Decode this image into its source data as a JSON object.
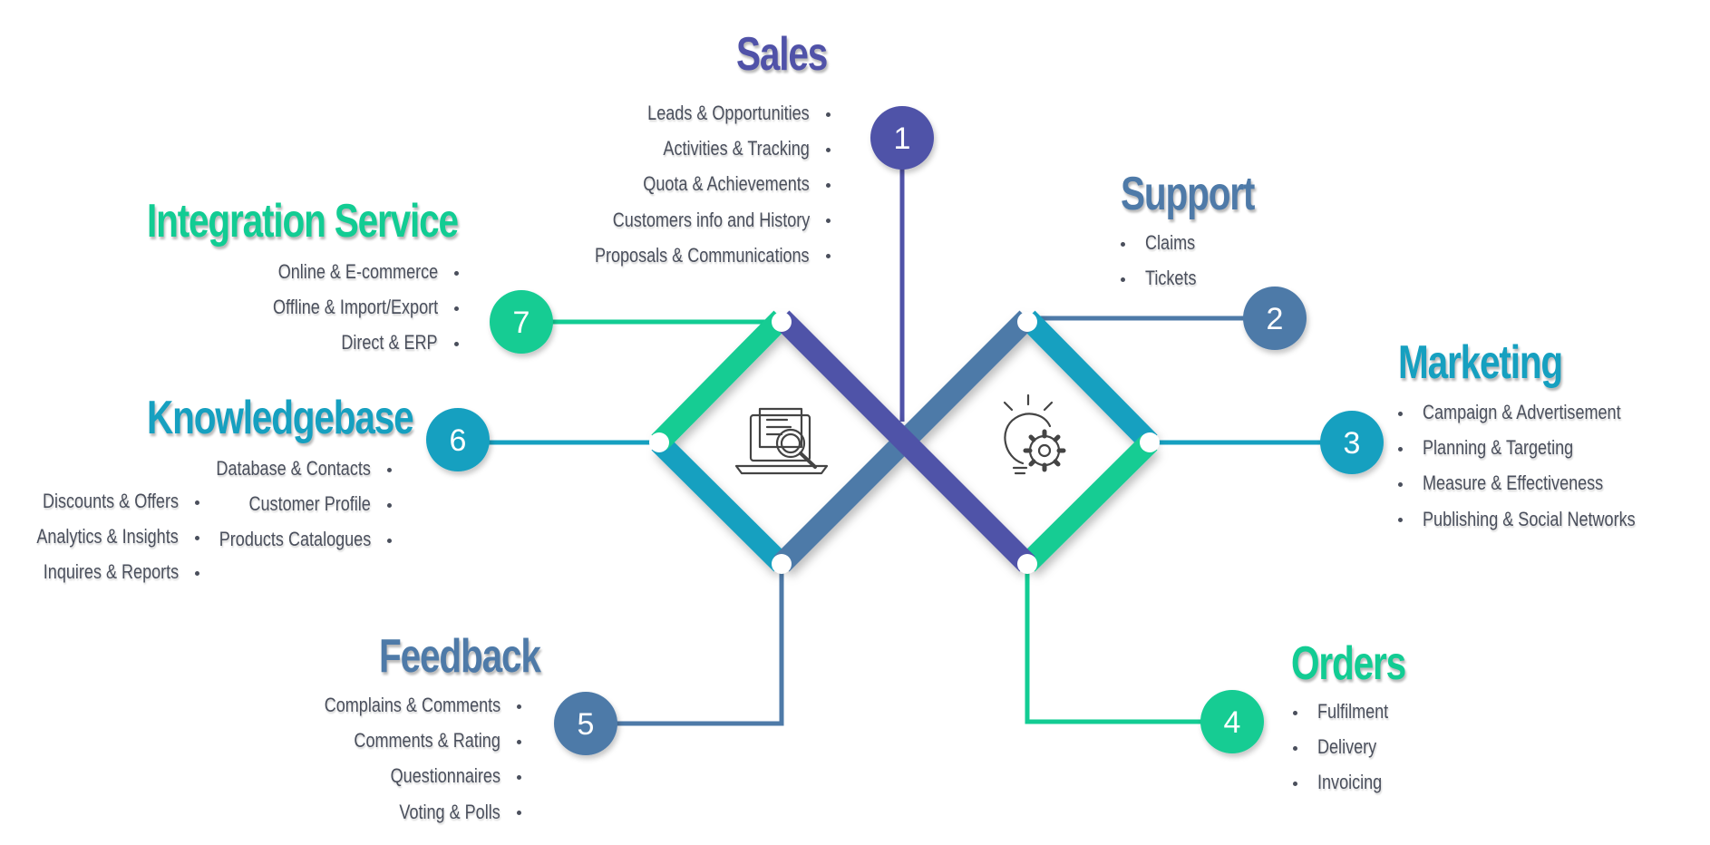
{
  "colors": {
    "purple": "#5052a8",
    "slate": "#4e7aa8",
    "teal": "#16a0c0",
    "green": "#12cc93",
    "text": "#4a4f5c"
  },
  "icons": {
    "left_center": "laptop-document-magnifier-icon",
    "right_center": "lightbulb-gear-icon"
  },
  "sections": {
    "sales": {
      "number": "1",
      "title": "Sales",
      "items": [
        "Leads & Opportunities",
        "Activities & Tracking",
        "Quota & Achievements",
        "Customers info and History",
        "Proposals & Communications"
      ]
    },
    "support": {
      "number": "2",
      "title": "Support",
      "items": [
        "Claims",
        "Tickets"
      ]
    },
    "marketing": {
      "number": "3",
      "title": "Marketing",
      "items": [
        "Campaign & Advertisement",
        "Planning & Targeting",
        "Measure & Effectiveness",
        "Publishing & Social Networks"
      ]
    },
    "orders": {
      "number": "4",
      "title": "Orders",
      "items": [
        "Fulfilment",
        "Delivery",
        "Invoicing"
      ]
    },
    "feedback": {
      "number": "5",
      "title": "Feedback",
      "items": [
        "Complains & Comments",
        "Comments & Rating",
        "Questionnaires",
        "Voting & Polls"
      ]
    },
    "knowledgebase": {
      "number": "6",
      "title": "Knowledgebase",
      "items_right": [
        "Database & Contacts",
        "Customer Profile",
        "Products Catalogues"
      ],
      "items_left": [
        "Discounts & Offers",
        "Analytics & Insights",
        "Inquires & Reports"
      ]
    },
    "integration": {
      "number": "7",
      "title": "Integration Service",
      "items": [
        "Online & E-commerce",
        "Offline & Import/Export",
        "Direct & ERP"
      ]
    }
  }
}
